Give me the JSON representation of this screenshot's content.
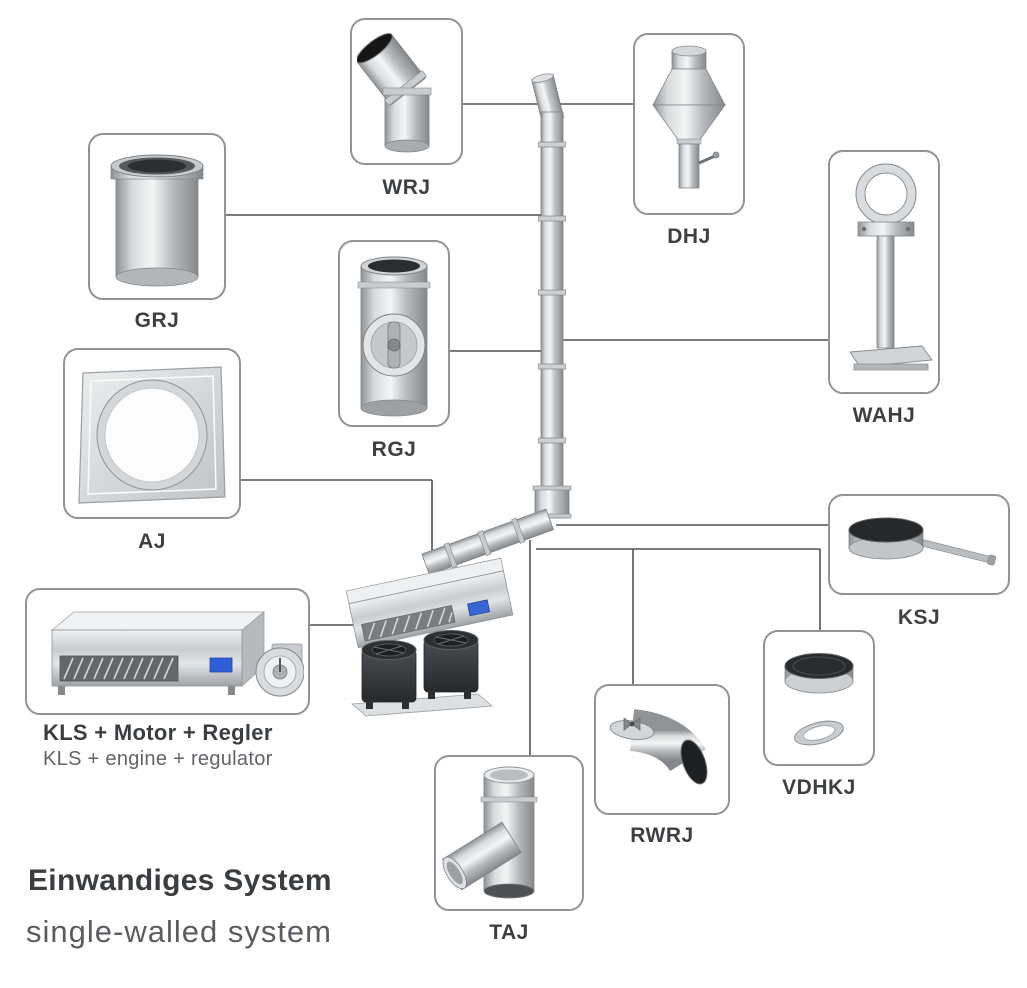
{
  "title": {
    "heading_de": "Einwandiges System",
    "heading_en": "single-walled system"
  },
  "products": [
    {
      "code": "WRJ",
      "image": "45-degree-elbow"
    },
    {
      "code": "DHJ",
      "image": "chimney-cowl"
    },
    {
      "code": "GRJ",
      "image": "straight-pipe-length"
    },
    {
      "code": "RGJ",
      "image": "inspection-tee-with-door"
    },
    {
      "code": "WAHJ",
      "image": "wall-support-stand"
    },
    {
      "code": "AJ",
      "image": "wall-plate-with-round-hole"
    },
    {
      "code": "KSJ",
      "image": "cleaning-lid-with-handle"
    },
    {
      "code": "KLS + Motor + Regler",
      "subtitle": "KLS + engine + regulator",
      "image": "kitchen-hood-motor-regulator"
    },
    {
      "code": "VDHKJ",
      "image": "valve-discs"
    },
    {
      "code": "RWRJ",
      "image": "90-degree-elbow-with-damper"
    },
    {
      "code": "TAJ",
      "image": "tee-piece"
    }
  ],
  "colors": {
    "box_border": "#8f9499",
    "connector_line": "#4e5256",
    "label_text": "#3d4043",
    "title_text": "#3b3e41",
    "subtitle_text": "#595d60",
    "metal_highlight": "#f4f5f6",
    "metal_shadow": "#85898c",
    "display_blue": "#2e5fd6"
  }
}
